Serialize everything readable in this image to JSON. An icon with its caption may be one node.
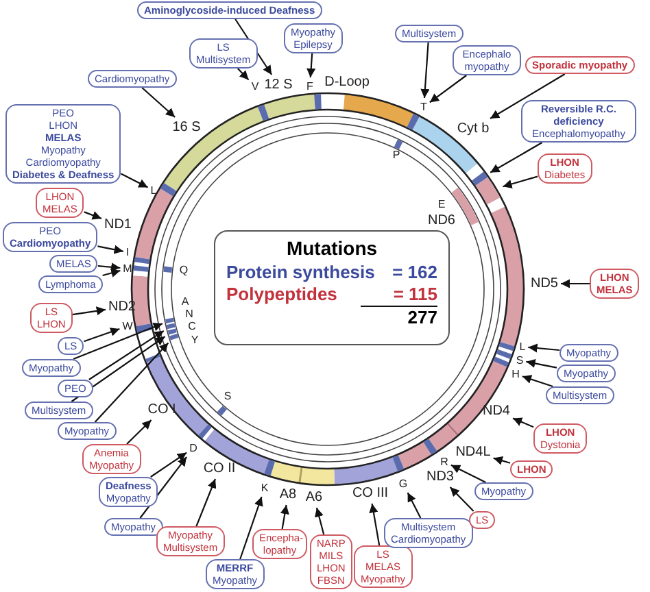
{
  "diagram": {
    "nodes": [
      {
        "text": [
          "Aminoglycoside-induced Deafness"
        ]
      },
      {
        "text": [
          "Myopathy",
          "Epilepsy"
        ]
      },
      {
        "text": [
          "LS",
          "Multisystem"
        ]
      },
      {
        "text": [
          "Cardiomyopathy"
        ]
      },
      {
        "text": [
          "PEO",
          "LHON",
          "MELAS",
          "Myopathy",
          "Cardiomyopathy",
          "Diabetes & Deafness"
        ]
      },
      {
        "text": [
          "Multisystem"
        ]
      },
      {
        "text": [
          "Encephalo myopathy"
        ]
      },
      {
        "text": [
          "Sporadic myopathy"
        ]
      },
      {
        "text": [
          "Reversible R.C. deficiency",
          "Encephalomyopathy"
        ]
      },
      {
        "text": [
          "LHON",
          "Diabetes"
        ]
      },
      {
        "text": [
          "LHON",
          "MELAS"
        ]
      },
      {
        "text": [
          "PEO",
          "Cardiomyopathy"
        ]
      },
      {
        "text": [
          "MELAS"
        ]
      },
      {
        "text": [
          "Lymphoma"
        ]
      },
      {
        "text": [
          "LS",
          "LHON"
        ]
      },
      {
        "text": [
          "LS"
        ]
      },
      {
        "text": [
          "Myopathy"
        ]
      },
      {
        "text": [
          "PEO"
        ]
      },
      {
        "text": [
          "Multisystem"
        ]
      },
      {
        "text": [
          "Myopathy"
        ]
      },
      {
        "text": [
          "Anemia",
          "Myopathy"
        ]
      },
      {
        "text": [
          "Deafness",
          "Myopathy"
        ]
      },
      {
        "text": [
          "Myopathy"
        ]
      },
      {
        "text": [
          "Myopathy",
          "Multisystem"
        ]
      },
      {
        "text": [
          "MERRF",
          "Myopathy"
        ]
      },
      {
        "text": [
          "Encepha- lopathy"
        ]
      },
      {
        "text": [
          "NARP",
          "MILS",
          "LHON",
          "FBSN"
        ]
      },
      {
        "text": [
          "LS",
          "MELAS",
          "Myopathy"
        ]
      },
      {
        "text": [
          "Multisystem",
          "Cardiomyopathy"
        ]
      },
      {
        "text": [
          "LS"
        ]
      },
      {
        "text": [
          "Myopathy"
        ]
      },
      {
        "text": [
          "LHON"
        ]
      },
      {
        "text": [
          "LHON",
          "Dystonia"
        ]
      },
      {
        "text": [
          "Multisystem"
        ]
      },
      {
        "text": [
          "Myopathy"
        ]
      },
      {
        "text": [
          "Myopathy"
        ]
      },
      {
        "text": [
          "LHON",
          "MELAS"
        ]
      },
      {
        "text": [
          "Mutations",
          "Protein synthesis",
          "= 162",
          "Polypeptides",
          "= 115",
          "277"
        ]
      },
      {
        "text": [
          "12 S"
        ]
      },
      {
        "text": [
          "V"
        ]
      },
      {
        "text": [
          "F"
        ]
      },
      {
        "text": [
          "16 S"
        ]
      },
      {
        "text": [
          "L"
        ]
      },
      {
        "text": [
          "T"
        ]
      },
      {
        "text": [
          "Cyt b"
        ]
      },
      {
        "text": [
          "ND1"
        ]
      },
      {
        "text": [
          "I"
        ]
      },
      {
        "text": [
          "M"
        ]
      },
      {
        "text": [
          "ND2"
        ]
      },
      {
        "text": [
          "W"
        ]
      },
      {
        "text": [
          "CO I"
        ]
      },
      {
        "text": [
          "D"
        ]
      },
      {
        "text": [
          "CO II"
        ]
      },
      {
        "text": [
          "K"
        ]
      },
      {
        "text": [
          "A8"
        ]
      },
      {
        "text": [
          "A6"
        ]
      },
      {
        "text": [
          "CO III"
        ]
      },
      {
        "text": [
          "G"
        ]
      },
      {
        "text": [
          "ND3"
        ]
      },
      {
        "text": [
          "R"
        ]
      },
      {
        "text": [
          "ND4L"
        ]
      },
      {
        "text": [
          "ND4"
        ]
      },
      {
        "text": [
          "H"
        ]
      },
      {
        "text": [
          "S"
        ]
      },
      {
        "text": [
          "L"
        ]
      },
      {
        "text": [
          "ND5"
        ]
      },
      {
        "text": [],
        "shape": "bar"
      },
      {
        "text": [],
        "shape": "bar"
      },
      {
        "text": [],
        "shape": "bar"
      },
      {
        "text": [],
        "shape": "bar"
      },
      {
        "text": [],
        "shape": "bar"
      },
      {
        "text": [],
        "shape": "bar"
      }
    ],
    "edges": [
      {
        "from": 0,
        "to": 38,
        "arrow": "to"
      },
      {
        "from": 1,
        "to": 40,
        "arrow": "to"
      },
      {
        "from": 2,
        "to": 39,
        "arrow": "to"
      },
      {
        "from": 3,
        "to": 41,
        "arrow": "to"
      },
      {
        "from": 4,
        "to": 42,
        "arrow": "to"
      },
      {
        "from": 5,
        "to": 43,
        "arrow": "to"
      },
      {
        "from": 6,
        "to": 43,
        "arrow": "to"
      },
      {
        "from": 7,
        "to": 44,
        "arrow": "to"
      },
      {
        "from": 8,
        "to": 66,
        "arrow": "to"
      },
      {
        "from": 9,
        "to": 67,
        "arrow": "to"
      },
      {
        "from": 10,
        "to": 45,
        "arrow": "to"
      },
      {
        "from": 11,
        "to": 46,
        "arrow": "to"
      },
      {
        "from": 12,
        "to": 47,
        "arrow": "to"
      },
      {
        "from": 13,
        "to": 47,
        "arrow": "to"
      },
      {
        "from": 14,
        "to": 48,
        "arrow": "to"
      },
      {
        "from": 15,
        "to": 49,
        "arrow": "to"
      },
      {
        "from": 16,
        "to": 68,
        "arrow": "to"
      },
      {
        "from": 17,
        "to": 69,
        "arrow": "to"
      },
      {
        "from": 18,
        "to": 70,
        "arrow": "to"
      },
      {
        "from": 19,
        "to": 71,
        "arrow": "to"
      },
      {
        "from": 20,
        "to": 50,
        "arrow": "to"
      },
      {
        "from": 21,
        "to": 51,
        "arrow": "to"
      },
      {
        "from": 22,
        "to": 51,
        "arrow": "to"
      },
      {
        "from": 23,
        "to": 52,
        "arrow": "to"
      },
      {
        "from": 24,
        "to": 53,
        "arrow": "to"
      },
      {
        "from": 25,
        "to": 54,
        "arrow": "to"
      },
      {
        "from": 26,
        "to": 55,
        "arrow": "to"
      },
      {
        "from": 27,
        "to": 56,
        "arrow": "to"
      },
      {
        "from": 28,
        "to": 57,
        "arrow": "to"
      },
      {
        "from": 29,
        "to": 58,
        "arrow": "to"
      },
      {
        "from": 30,
        "to": 59,
        "arrow": "to"
      },
      {
        "from": 31,
        "to": 60,
        "arrow": "to"
      },
      {
        "from": 32,
        "to": 61,
        "arrow": "to"
      },
      {
        "from": 33,
        "to": 62,
        "arrow": "to"
      },
      {
        "from": 34,
        "to": 63,
        "arrow": "to"
      },
      {
        "from": 35,
        "to": 64,
        "arrow": "to"
      },
      {
        "from": 36,
        "to": 65,
        "arrow": "to"
      }
    ],
    "labels": [
      "D-Loop",
      "P",
      "E",
      "ND6",
      "Q",
      "A",
      "N",
      "C",
      "Y",
      "S"
    ]
  }
}
